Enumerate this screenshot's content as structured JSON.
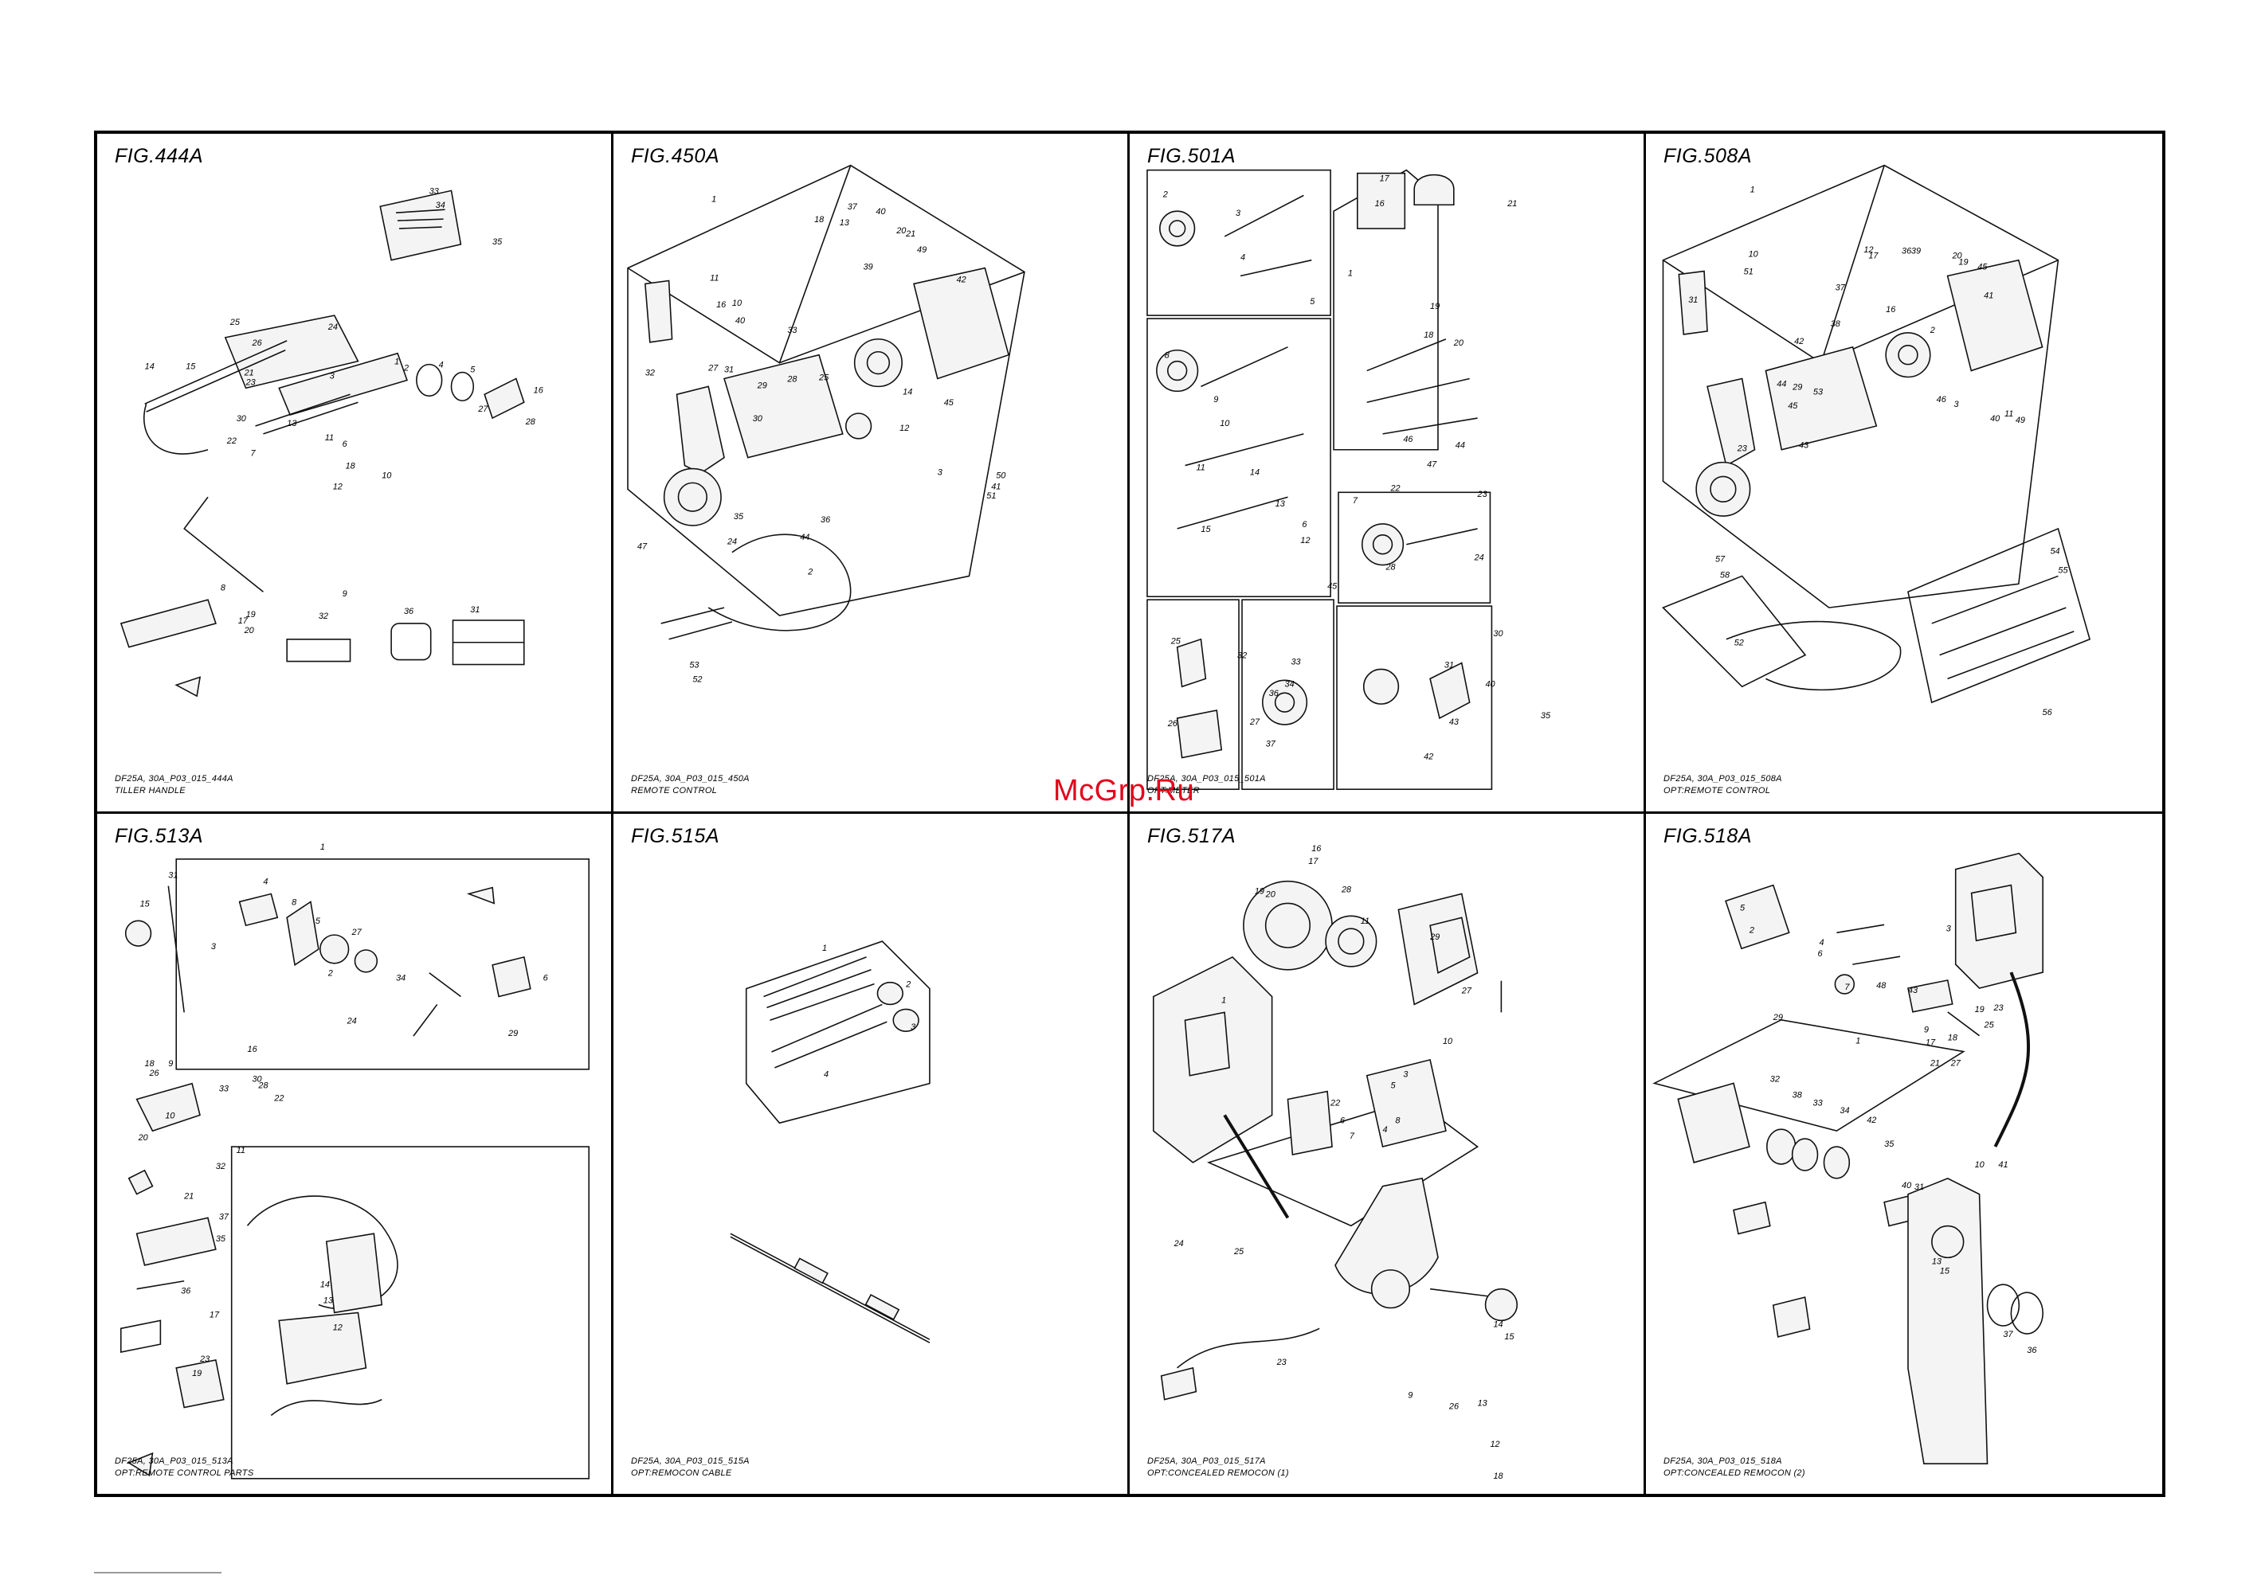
{
  "watermark": "McGrp.Ru",
  "panels": [
    {
      "fig": "FIG.444A",
      "code": "DF25A, 30A_P03_015_444A",
      "title": "TILLER HANDLE"
    },
    {
      "fig": "FIG.450A",
      "code": "DF25A, 30A_P03_015_450A",
      "title": "REMOTE CONTROL"
    },
    {
      "fig": "FIG.501A",
      "code": "DF25A, 30A_P03_015_501A",
      "title": "OPT:METER"
    },
    {
      "fig": "FIG.508A",
      "code": "DF25A, 30A_P03_015_508A",
      "title": "OPT:REMOTE CONTROL"
    },
    {
      "fig": "FIG.513A",
      "code": "DF25A, 30A_P03_015_513A",
      "title": "OPT:REMOTE CONTROL PARTS"
    },
    {
      "fig": "FIG.515A",
      "code": "DF25A, 30A_P03_015_515A",
      "title": "OPT:REMOCON CABLE"
    },
    {
      "fig": "FIG.517A",
      "code": "DF25A, 30A_P03_015_517A",
      "title": "OPT:CONCEALED REMOCON (1)"
    },
    {
      "fig": "FIG.518A",
      "code": "DF25A, 30A_P03_015_518A",
      "title": "OPT:CONCEALED REMOCON (2)"
    }
  ],
  "callouts": {
    "fig444a": [
      "33",
      "34",
      "35",
      "25",
      "24",
      "14",
      "26",
      "21",
      "15",
      "23",
      "3",
      "1",
      "2",
      "4",
      "5",
      "16",
      "27",
      "30",
      "22",
      "6",
      "13",
      "11",
      "18",
      "12",
      "10",
      "28",
      "7",
      "8",
      "9",
      "19",
      "17",
      "20",
      "32",
      "36",
      "31"
    ],
    "fig450a": [
      "1",
      "37",
      "40",
      "18",
      "13",
      "20",
      "21",
      "49",
      "42",
      "11",
      "10",
      "40",
      "16",
      "27",
      "31",
      "33",
      "39",
      "25",
      "32",
      "28",
      "29",
      "30",
      "45",
      "14",
      "12",
      "3",
      "41",
      "51",
      "50",
      "47",
      "24",
      "35",
      "44",
      "36",
      "2",
      "53",
      "52"
    ],
    "fig501a": [
      "2",
      "3",
      "4",
      "5",
      "17",
      "16",
      "1",
      "21",
      "19",
      "18",
      "20",
      "8",
      "9",
      "10",
      "11",
      "14",
      "15",
      "12",
      "13",
      "6",
      "45",
      "46",
      "47",
      "44",
      "22",
      "7",
      "28",
      "24",
      "23",
      "25",
      "32",
      "33",
      "34",
      "26",
      "27",
      "36",
      "37",
      "30",
      "31",
      "40",
      "43",
      "42",
      "35"
    ],
    "fig508a": [
      "1",
      "10",
      "51",
      "31",
      "36",
      "39",
      "17",
      "12",
      "20",
      "19",
      "45",
      "41",
      "16",
      "37",
      "38",
      "42",
      "29",
      "44",
      "45",
      "2",
      "53",
      "43",
      "46",
      "23",
      "3",
      "11",
      "40",
      "49",
      "57",
      "58",
      "54",
      "55",
      "52",
      "56"
    ],
    "fig513a": [
      "1",
      "31",
      "15",
      "4",
      "8",
      "5",
      "27",
      "3",
      "2",
      "34",
      "6",
      "24",
      "29",
      "16",
      "18",
      "26",
      "9",
      "10",
      "30",
      "33",
      "28",
      "22",
      "20",
      "21",
      "37",
      "32",
      "35",
      "36",
      "17",
      "11",
      "14",
      "13",
      "12",
      "23",
      "19"
    ],
    "fig515a": [
      "1",
      "2",
      "3",
      "4"
    ],
    "fig517a": [
      "16",
      "17",
      "20",
      "19",
      "28",
      "11",
      "29",
      "27",
      "1",
      "10",
      "5",
      "3",
      "8",
      "22",
      "6",
      "7",
      "4",
      "24",
      "25",
      "23",
      "14",
      "15",
      "9",
      "26",
      "13",
      "12",
      "18"
    ],
    "fig518a": [
      "2",
      "5",
      "4",
      "6",
      "3",
      "1",
      "7",
      "48",
      "43",
      "19",
      "23",
      "25",
      "9",
      "17",
      "18",
      "21",
      "27",
      "29",
      "32",
      "38",
      "33",
      "34",
      "42",
      "35",
      "10",
      "41",
      "40",
      "31",
      "13",
      "15",
      "37",
      "36"
    ]
  }
}
